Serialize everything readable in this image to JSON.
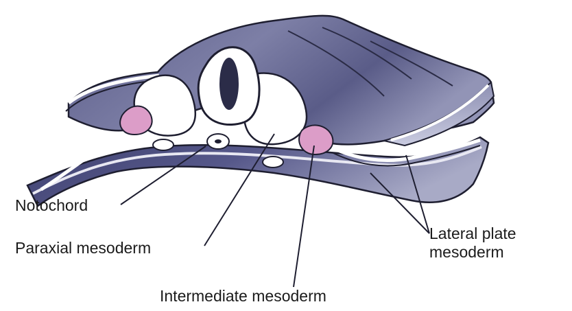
{
  "labels": {
    "notochord": "Notochord",
    "paraxial_mesoderm": "Paraxial mesoderm",
    "intermediate_mesoderm": "Intermediate mesoderm",
    "lateral_plate_line1": "Lateral plate",
    "lateral_plate_line2": "mesoderm"
  },
  "colors": {
    "tissue_dark": "#4b4d7a",
    "tissue_mid": "#6f7199",
    "tissue_light": "#b9bbd2",
    "outline": "#1e1e30",
    "intermediate_pink": "#dc9dc8",
    "background": "#ffffff"
  }
}
